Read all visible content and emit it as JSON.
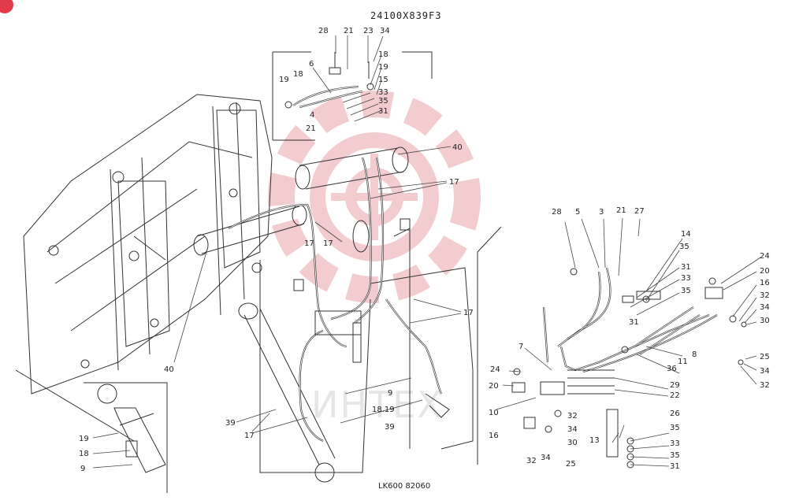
{
  "drawing_number": "24100X839F3",
  "footer_code": "LK600 82060",
  "watermark_text": "ИНТЕХ",
  "brand_color": "#e23a4a",
  "callouts": [
    {
      "id": "c1",
      "text": "28"
    },
    {
      "id": "c2",
      "text": "21"
    },
    {
      "id": "c3",
      "text": "23"
    },
    {
      "id": "c4",
      "text": "34"
    },
    {
      "id": "c5",
      "text": "6"
    },
    {
      "id": "c6",
      "text": "18"
    },
    {
      "id": "c7",
      "text": "19"
    },
    {
      "id": "c8",
      "text": "19"
    },
    {
      "id": "c9",
      "text": "18"
    },
    {
      "id": "c10",
      "text": "15"
    },
    {
      "id": "c11",
      "text": "33"
    },
    {
      "id": "c12",
      "text": "35"
    },
    {
      "id": "c13",
      "text": "31"
    },
    {
      "id": "c14",
      "text": "4"
    },
    {
      "id": "c15",
      "text": "21"
    },
    {
      "id": "c16",
      "text": "40"
    },
    {
      "id": "c17",
      "text": "17"
    },
    {
      "id": "c18",
      "text": "17"
    },
    {
      "id": "c19",
      "text": "17"
    },
    {
      "id": "c20",
      "text": "40"
    },
    {
      "id": "c21",
      "text": "28"
    },
    {
      "id": "c22",
      "text": "5"
    },
    {
      "id": "c23",
      "text": "3"
    },
    {
      "id": "c24",
      "text": "21"
    },
    {
      "id": "c25",
      "text": "27"
    },
    {
      "id": "c26",
      "text": "14"
    },
    {
      "id": "c27",
      "text": "35"
    },
    {
      "id": "c28",
      "text": "31"
    },
    {
      "id": "c29",
      "text": "33"
    },
    {
      "id": "c30",
      "text": "35"
    },
    {
      "id": "c31",
      "text": "31"
    },
    {
      "id": "c32",
      "text": "24"
    },
    {
      "id": "c33",
      "text": "20"
    },
    {
      "id": "c34",
      "text": "16"
    },
    {
      "id": "c35",
      "text": "32"
    },
    {
      "id": "c36",
      "text": "34"
    },
    {
      "id": "c37",
      "text": "30"
    },
    {
      "id": "c38",
      "text": "8"
    },
    {
      "id": "c39",
      "text": "11"
    },
    {
      "id": "c40",
      "text": "36"
    },
    {
      "id": "c41",
      "text": "25"
    },
    {
      "id": "c42",
      "text": "34"
    },
    {
      "id": "c43",
      "text": "32"
    },
    {
      "id": "c44",
      "text": "7"
    },
    {
      "id": "c45",
      "text": "24"
    },
    {
      "id": "c46",
      "text": "20"
    },
    {
      "id": "c47",
      "text": "29"
    },
    {
      "id": "c48",
      "text": "22"
    },
    {
      "id": "c49",
      "text": "10"
    },
    {
      "id": "c50",
      "text": "32"
    },
    {
      "id": "c51",
      "text": "34"
    },
    {
      "id": "c52",
      "text": "16"
    },
    {
      "id": "c53",
      "text": "30"
    },
    {
      "id": "c54",
      "text": "32"
    },
    {
      "id": "c55",
      "text": "34"
    },
    {
      "id": "c56",
      "text": "25"
    },
    {
      "id": "c57",
      "text": "26"
    },
    {
      "id": "c58",
      "text": "35"
    },
    {
      "id": "c59",
      "text": "13"
    },
    {
      "id": "c60",
      "text": "33"
    },
    {
      "id": "c61",
      "text": "35"
    },
    {
      "id": "c62",
      "text": "31"
    },
    {
      "id": "c63",
      "text": "9"
    },
    {
      "id": "c64",
      "text": "18.19"
    },
    {
      "id": "c65",
      "text": "39"
    },
    {
      "id": "c66",
      "text": "39"
    },
    {
      "id": "c67",
      "text": "17"
    },
    {
      "id": "c68",
      "text": "19"
    },
    {
      "id": "c69",
      "text": "18"
    },
    {
      "id": "c70",
      "text": "9"
    },
    {
      "id": "c71",
      "text": "17"
    }
  ]
}
